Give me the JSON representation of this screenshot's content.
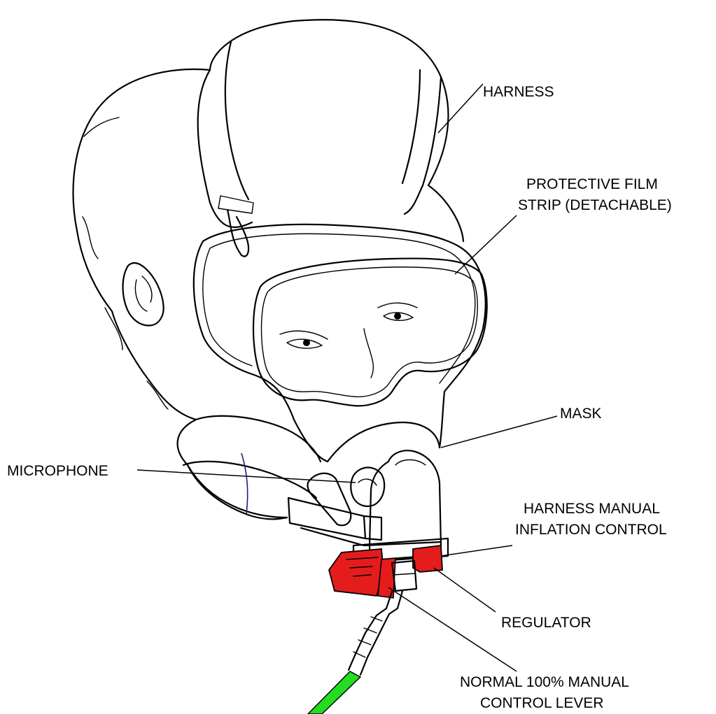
{
  "labels": {
    "harness": "HARNESS",
    "protective_film_line1": "PROTECTIVE FILM",
    "protective_film_line2": "STRIP (DETACHABLE)",
    "mask": "MASK",
    "microphone": "MICROPHONE",
    "harness_inflation_line1": "HARNESS MANUAL",
    "harness_inflation_line2": "INFLATION CONTROL",
    "regulator": "REGULATOR",
    "control_lever_line1": "NORMAL 100% MANUAL",
    "control_lever_line2": "CONTROL LEVER"
  },
  "colors": {
    "regulator": "#e41c1c",
    "hose": "#22dd22",
    "cord": "#1a237e"
  }
}
